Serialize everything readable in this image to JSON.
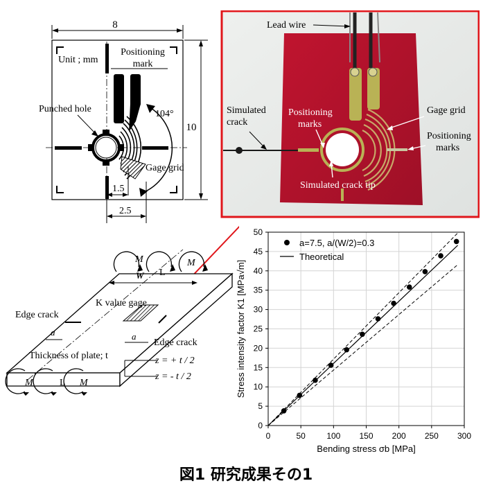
{
  "gage_drawing": {
    "width_dim": "8",
    "height_dim": "10",
    "unit_label": "Unit ; mm",
    "positioning_mark_label": "Positioning\nmark",
    "punched_hole_label": "Punched hole",
    "angle_label": "104°",
    "gage_grid_label": "Gage grid",
    "dim_1_5": "1.5",
    "dim_2_5": "2.5"
  },
  "photo": {
    "lead_wire": "Lead wire",
    "simulated_crack": "Simulated\ncrack",
    "positioning_marks_left": "Positioning\nmarks",
    "gage_grid": "Gage grid",
    "positioning_marks_right": "Positioning\nmarks",
    "simulated_crack_tip": "Simulated crack tip",
    "frame_color": "#e0161b",
    "substrate_color": "#b3122d"
  },
  "plate": {
    "M": "M",
    "W": "W",
    "L": "L",
    "k_gage": "K value gage",
    "edge_crack_left": "Edge crack",
    "edge_crack_right": "Edge crack",
    "a": "a",
    "thickness": "Thickness of plate; t",
    "z_plus": "z = + t / 2",
    "z_minus": "z = - t / 2"
  },
  "chart_data": {
    "type": "scatter",
    "xlabel": "Bending stress σb [MPa]",
    "ylabel": "Stress intensity factor K1 [MPa√m]",
    "xlim": [
      0,
      300
    ],
    "ylim": [
      0,
      50
    ],
    "xticks": [
      0,
      50,
      100,
      150,
      200,
      250,
      300
    ],
    "yticks": [
      0,
      5,
      10,
      15,
      20,
      25,
      30,
      35,
      40,
      45,
      50
    ],
    "grid": true,
    "legend": "top-left",
    "series": [
      {
        "name": "a=7.5, a/(W/2)=0.3",
        "kind": "points",
        "x": [
          24,
          48,
          72,
          96,
          120,
          144,
          168,
          192,
          216,
          240,
          264,
          288
        ],
        "y": [
          3.8,
          7.8,
          11.7,
          15.6,
          19.6,
          23.6,
          27.6,
          31.6,
          35.8,
          39.8,
          43.9,
          47.6
        ]
      },
      {
        "name": "Theoretical",
        "kind": "line",
        "x": [
          0,
          290
        ],
        "y": [
          0,
          46.6
        ]
      },
      {
        "kind": "dashed",
        "x": [
          0,
          290
        ],
        "y": [
          0,
          49.8
        ]
      },
      {
        "kind": "dashed",
        "x": [
          0,
          290
        ],
        "y": [
          0,
          41.6
        ]
      }
    ]
  },
  "caption": "図1 研究成果その1"
}
